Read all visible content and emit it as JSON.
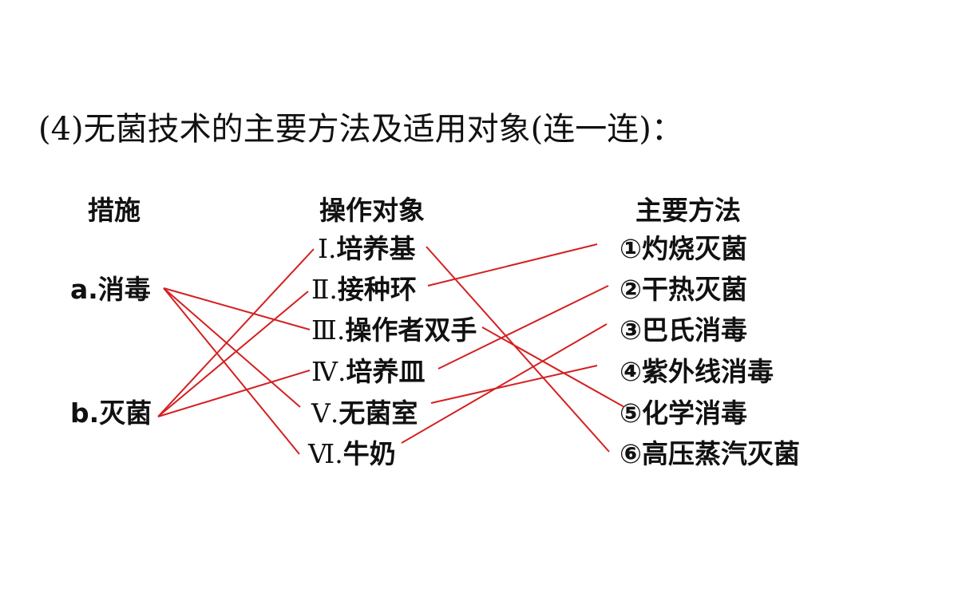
{
  "title": "(4)无菌技术的主要方法及适用对象(连一连)：",
  "headers": {
    "measures": "措施",
    "objects": "操作对象",
    "methods": "主要方法"
  },
  "measures": [
    {
      "id": "a",
      "label": "a.消毒"
    },
    {
      "id": "b",
      "label": "b.灭菌"
    }
  ],
  "objects": [
    {
      "id": "I",
      "num": "Ⅰ.",
      "label": "培养基"
    },
    {
      "id": "II",
      "num": "Ⅱ.",
      "label": "接种环"
    },
    {
      "id": "III",
      "num": "Ⅲ.",
      "label": "操作者双手"
    },
    {
      "id": "IV",
      "num": "Ⅳ.",
      "label": "培养皿"
    },
    {
      "id": "V",
      "num": "Ⅴ.",
      "label": "无菌室"
    },
    {
      "id": "VI",
      "num": "Ⅵ.",
      "label": "牛奶"
    }
  ],
  "methods": [
    {
      "id": "1",
      "label": "①灼烧灭菌"
    },
    {
      "id": "2",
      "label": "②干热灭菌"
    },
    {
      "id": "3",
      "label": "③巴氏消毒"
    },
    {
      "id": "4",
      "label": "④紫外线消毒"
    },
    {
      "id": "5",
      "label": "⑤化学消毒"
    },
    {
      "id": "6",
      "label": "⑥高压蒸汽灭菌"
    }
  ],
  "line_color": "#d42020",
  "measure_object_links": [
    [
      "a",
      "III"
    ],
    [
      "a",
      "V"
    ],
    [
      "a",
      "VI"
    ],
    [
      "b",
      "I"
    ],
    [
      "b",
      "II"
    ],
    [
      "b",
      "IV"
    ]
  ],
  "object_method_links": [
    [
      "I",
      "6"
    ],
    [
      "II",
      "1"
    ],
    [
      "III",
      "5"
    ],
    [
      "IV",
      "2"
    ],
    [
      "V",
      "4"
    ],
    [
      "VI",
      "3"
    ]
  ]
}
